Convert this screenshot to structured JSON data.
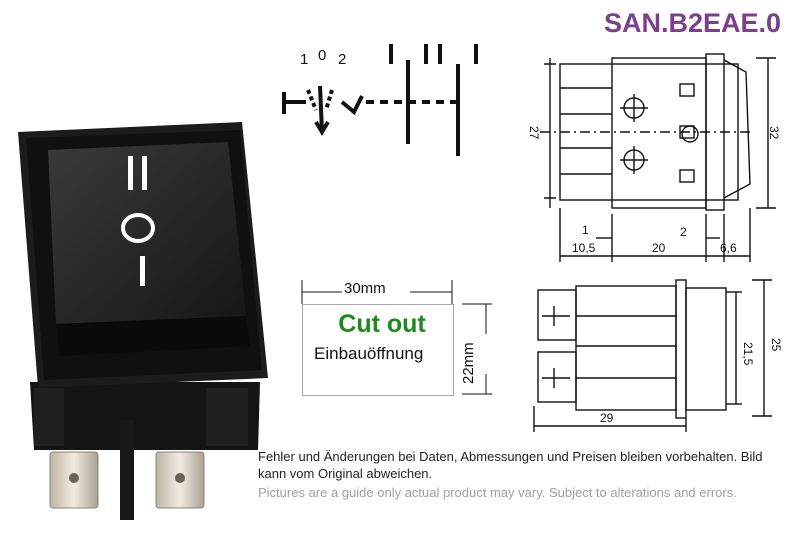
{
  "product_code": "SAN.B2EAE.0",
  "switch_markings": [
    "II",
    "O",
    "I"
  ],
  "schematic": {
    "positions": [
      "1",
      "0",
      "2"
    ]
  },
  "side_view": {
    "dims": {
      "height_inner": "27",
      "height_outer": "32",
      "d1": "1",
      "d2": "2",
      "d105": "10,5",
      "d20": "20",
      "d66": "6,6"
    }
  },
  "bottom_view": {
    "dims": {
      "inner": "21,5",
      "outer": "25",
      "length": "29"
    }
  },
  "cutout": {
    "title": "Cut out",
    "subtitle": "Einbauöffnung",
    "width": "30mm",
    "height": "22mm"
  },
  "disclaimer": {
    "de": "Fehler und Änderungen bei Daten, Abmessungen und Preisen bleiben vorbehalten. Bild kann vom Original abweichen.",
    "en": "Pictures are a guide only actual product may vary. Subject to alterations and errors."
  },
  "colors": {
    "brand": "#7b3f8c",
    "cutout_title": "#1e8a1e",
    "disclaimer_en": "#a0a0a0"
  }
}
